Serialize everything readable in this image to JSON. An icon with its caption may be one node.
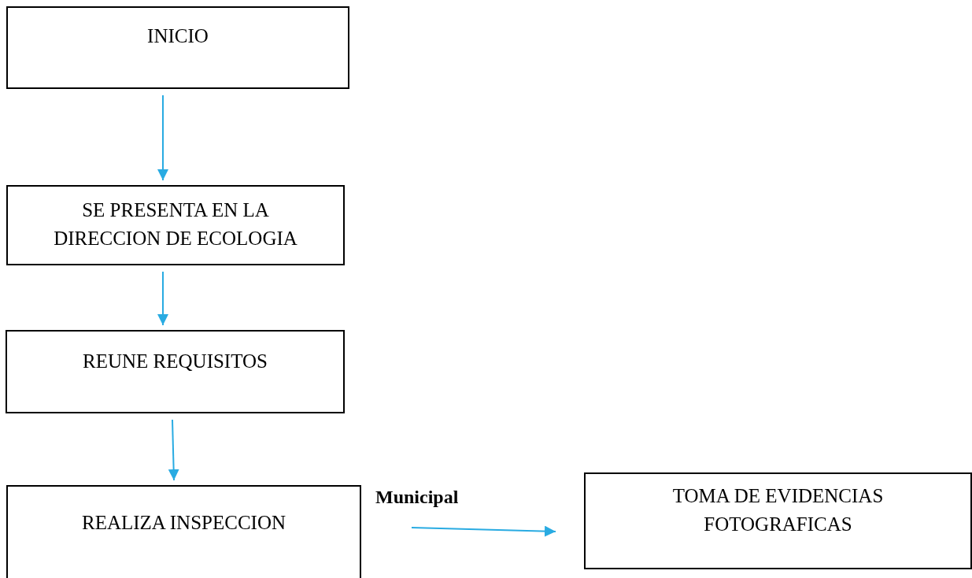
{
  "diagram": {
    "nodes": [
      {
        "text": [
          "INICIO"
        ]
      },
      {
        "text": [
          "SE PRESENTA EN LA DIRECCION DE ECOLOGIA"
        ]
      },
      {
        "text": [
          "REUNE REQUISITOS"
        ]
      },
      {
        "text": [
          "REALIZA INSPECCION"
        ]
      },
      {
        "text": [
          "TOMA DE EVIDENCIAS FOTOGRAFICAS"
        ]
      }
    ],
    "edges": [
      {
        "from": 0,
        "to": 1,
        "arrow": "to"
      },
      {
        "from": 1,
        "to": 2,
        "arrow": "to"
      },
      {
        "from": 2,
        "to": 3,
        "arrow": "to"
      },
      {
        "from": 3,
        "to": 4,
        "arrow": "to",
        "label": "Municipal"
      }
    ]
  }
}
